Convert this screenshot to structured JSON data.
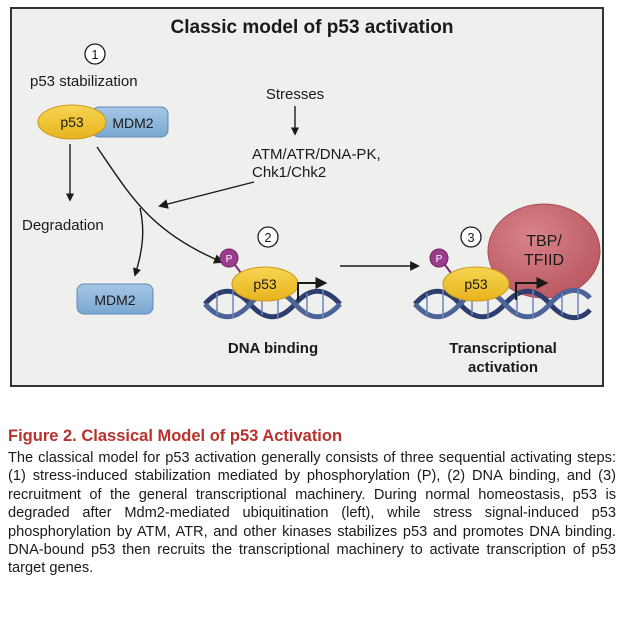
{
  "figure": {
    "title": "Classic model of p53 activation",
    "steps": [
      "1",
      "2",
      "3"
    ],
    "labels": {
      "stabilization": "p53 stabilization",
      "stresses": "Stresses",
      "kinases_line1": "ATM/ATR/DNA-PK,",
      "kinases_line2": "Chk1/Chk2",
      "degradation": "Degradation",
      "dna_binding": "DNA binding",
      "transcriptional_line1": "Transcriptional",
      "transcriptional_line2": "activation"
    },
    "molecules": {
      "p53": "p53",
      "mdm2": "MDM2",
      "phospho": "P",
      "tbp_line1": "TBP/",
      "tbp_line2": "TFIID"
    },
    "colors": {
      "p53": "#f2c230",
      "mdm2": "#8fb7da",
      "phospho": "#9b3d8c",
      "tbp": "#c9676e",
      "dna": "#2d3e6e",
      "background": "#efefed",
      "caption_title": "#b5322d"
    }
  },
  "caption": {
    "title": "Figure 2. Classical Model of p53 Activation",
    "body": "The classical model for p53 activation generally consists of three sequential activating steps: (1) stress-induced stabilization mediated by phosphorylation (P), (2) DNA binding, and (3) recruitment of the general transcriptional machinery. During normal homeostasis, p53 is degraded after Mdm2-mediated ubiquitination (left), while stress signal-induced p53 phosphorylation by ATM, ATR, and other kinases stabilizes p53 and promotes DNA binding. DNA-bound p53 then recruits the transcriptional machinery to activate transcription of p53 target genes."
  }
}
